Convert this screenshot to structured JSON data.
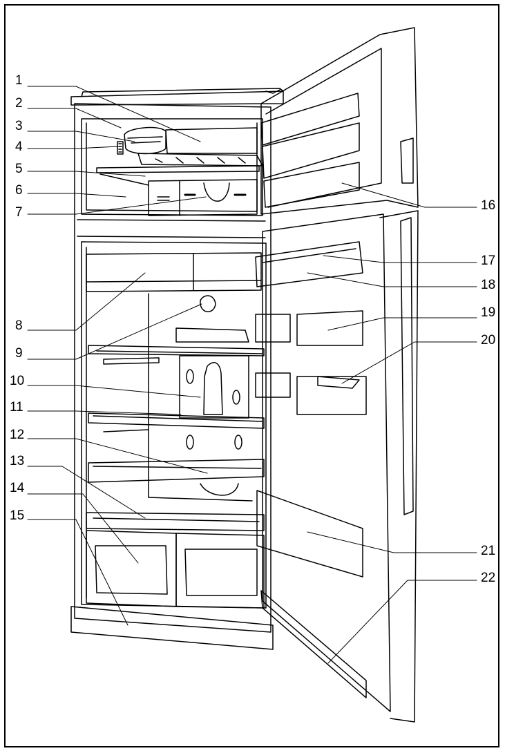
{
  "diagram": {
    "callouts_left": [
      "1",
      "2",
      "3",
      "4",
      "5",
      "6",
      "7",
      "8",
      "9",
      "10",
      "11",
      "12",
      "13",
      "14",
      "15"
    ],
    "callouts_right": [
      "16",
      "17",
      "18",
      "19",
      "20",
      "21",
      "22"
    ]
  },
  "colors": {
    "ink": "#000000",
    "paper": "#ffffff"
  }
}
